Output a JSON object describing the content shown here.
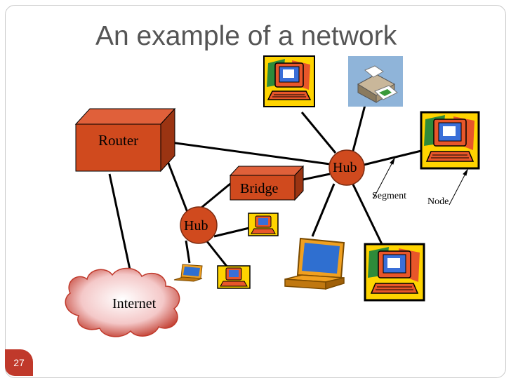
{
  "title": "An example of a network",
  "labels": {
    "router": "Router",
    "bridge": "Bridge",
    "hub_main": "Hub",
    "hub_small": "Hub",
    "internet": "Internet",
    "segment": "Segment",
    "node": "Node"
  },
  "page_number": "27",
  "colors": {
    "device_fill": "#d04a1e",
    "device_dark": "#9b3412",
    "cloud_fill": "#e8a0a0",
    "accent": "#c0392b"
  }
}
